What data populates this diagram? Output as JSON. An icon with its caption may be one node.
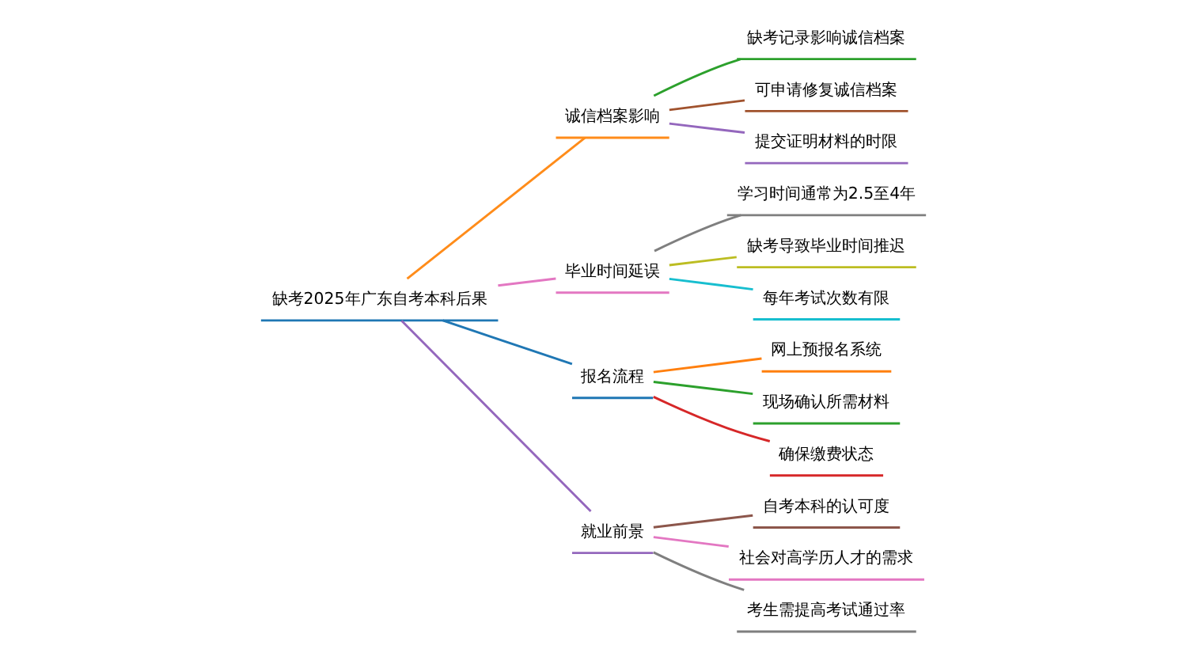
{
  "diagram": {
    "nodes": [
      {
        "text": [
          "缺考2025年广东自考本科后果"
        ]
      },
      {
        "text": [
          "诚信档案影响"
        ]
      },
      {
        "text": [
          "缺考记录影响诚信档案"
        ]
      },
      {
        "text": [
          "可申请修复诚信档案"
        ]
      },
      {
        "text": [
          "提交证明材料的时限"
        ]
      },
      {
        "text": [
          "毕业时间延误"
        ]
      },
      {
        "text": [
          "学习时间通常为2.5至4年"
        ]
      },
      {
        "text": [
          "缺考导致毕业时间推迟"
        ]
      },
      {
        "text": [
          "每年考试次数有限"
        ]
      },
      {
        "text": [
          "报名流程"
        ]
      },
      {
        "text": [
          "网上预报名系统"
        ]
      },
      {
        "text": [
          "现场确认所需材料"
        ]
      },
      {
        "text": [
          "确保缴费状态"
        ]
      },
      {
        "text": [
          "就业前景"
        ]
      },
      {
        "text": [
          "自考本科的认可度"
        ]
      },
      {
        "text": [
          "社会对高学历人才的需求"
        ]
      },
      {
        "text": [
          "考生需提高考试通过率"
        ]
      }
    ],
    "edges": [
      {
        "from": 0,
        "to": 1,
        "arrow": "none",
        "color": "#ff8c1a"
      },
      {
        "from": 1,
        "to": 2,
        "arrow": "none",
        "color": "#2ca02c"
      },
      {
        "from": 1,
        "to": 3,
        "arrow": "none",
        "color": "#a0522d"
      },
      {
        "from": 1,
        "to": 4,
        "arrow": "none",
        "color": "#9467bd"
      },
      {
        "from": 0,
        "to": 5,
        "arrow": "none",
        "color": "#e377c2"
      },
      {
        "from": 5,
        "to": 6,
        "arrow": "none",
        "color": "#7f7f7f"
      },
      {
        "from": 5,
        "to": 7,
        "arrow": "none",
        "color": "#bcbd22"
      },
      {
        "from": 5,
        "to": 8,
        "arrow": "none",
        "color": "#17becf"
      },
      {
        "from": 0,
        "to": 9,
        "arrow": "none",
        "color": "#1f77b4"
      },
      {
        "from": 9,
        "to": 10,
        "arrow": "none",
        "color": "#ff7f0e"
      },
      {
        "from": 9,
        "to": 11,
        "arrow": "none",
        "color": "#2ca02c"
      },
      {
        "from": 9,
        "to": 12,
        "arrow": "none",
        "color": "#d62728"
      },
      {
        "from": 0,
        "to": 13,
        "arrow": "none",
        "color": "#9467bd"
      },
      {
        "from": 13,
        "to": 14,
        "arrow": "none",
        "color": "#8c564b"
      },
      {
        "from": 13,
        "to": 15,
        "arrow": "none",
        "color": "#e377c2"
      },
      {
        "from": 13,
        "to": 16,
        "arrow": "none",
        "color": "#7f7f7f"
      }
    ]
  }
}
